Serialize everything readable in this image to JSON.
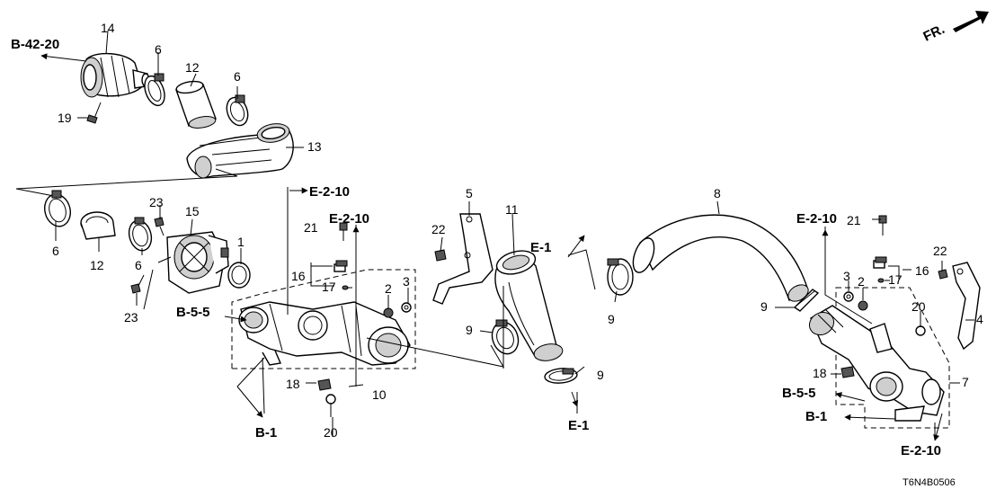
{
  "orientation": {
    "label": "FR."
  },
  "diagram_code": "T6N4B0506",
  "refs": {
    "b42_20": "B-42-20",
    "e2_10_a": "E-2-10",
    "e2_10_b": "E-2-10",
    "e2_10_c": "E-2-10",
    "e2_10_d": "E-2-10",
    "b5_5_a": "B-5-5",
    "b5_5_b": "B-5-5",
    "b1_a": "B-1",
    "b1_b": "B-1",
    "e1_a": "E-1",
    "e1_b": "E-1"
  },
  "callouts": {
    "p14": "14",
    "p6a": "6",
    "p12a": "12",
    "p6b": "6",
    "p19": "19",
    "p13": "13",
    "p6c": "6",
    "p12b": "12",
    "p23a": "23",
    "p15": "15",
    "p6d": "6",
    "p1": "1",
    "p23b": "23",
    "p21a": "21",
    "p16a": "16",
    "p17a": "17",
    "p2a": "2",
    "p3a": "3",
    "p10": "10",
    "p18a": "18",
    "p20a": "20",
    "p5": "5",
    "p22a": "22",
    "p11": "11",
    "p9a": "9",
    "p9b": "9",
    "p9c": "9",
    "p8": "8",
    "p9d": "9",
    "p21b": "21",
    "p16b": "16",
    "p17b": "17",
    "p22b": "22",
    "p3b": "3",
    "p2b": "2",
    "p20b": "20",
    "p4": "4",
    "p18b": "18",
    "p7": "7"
  }
}
